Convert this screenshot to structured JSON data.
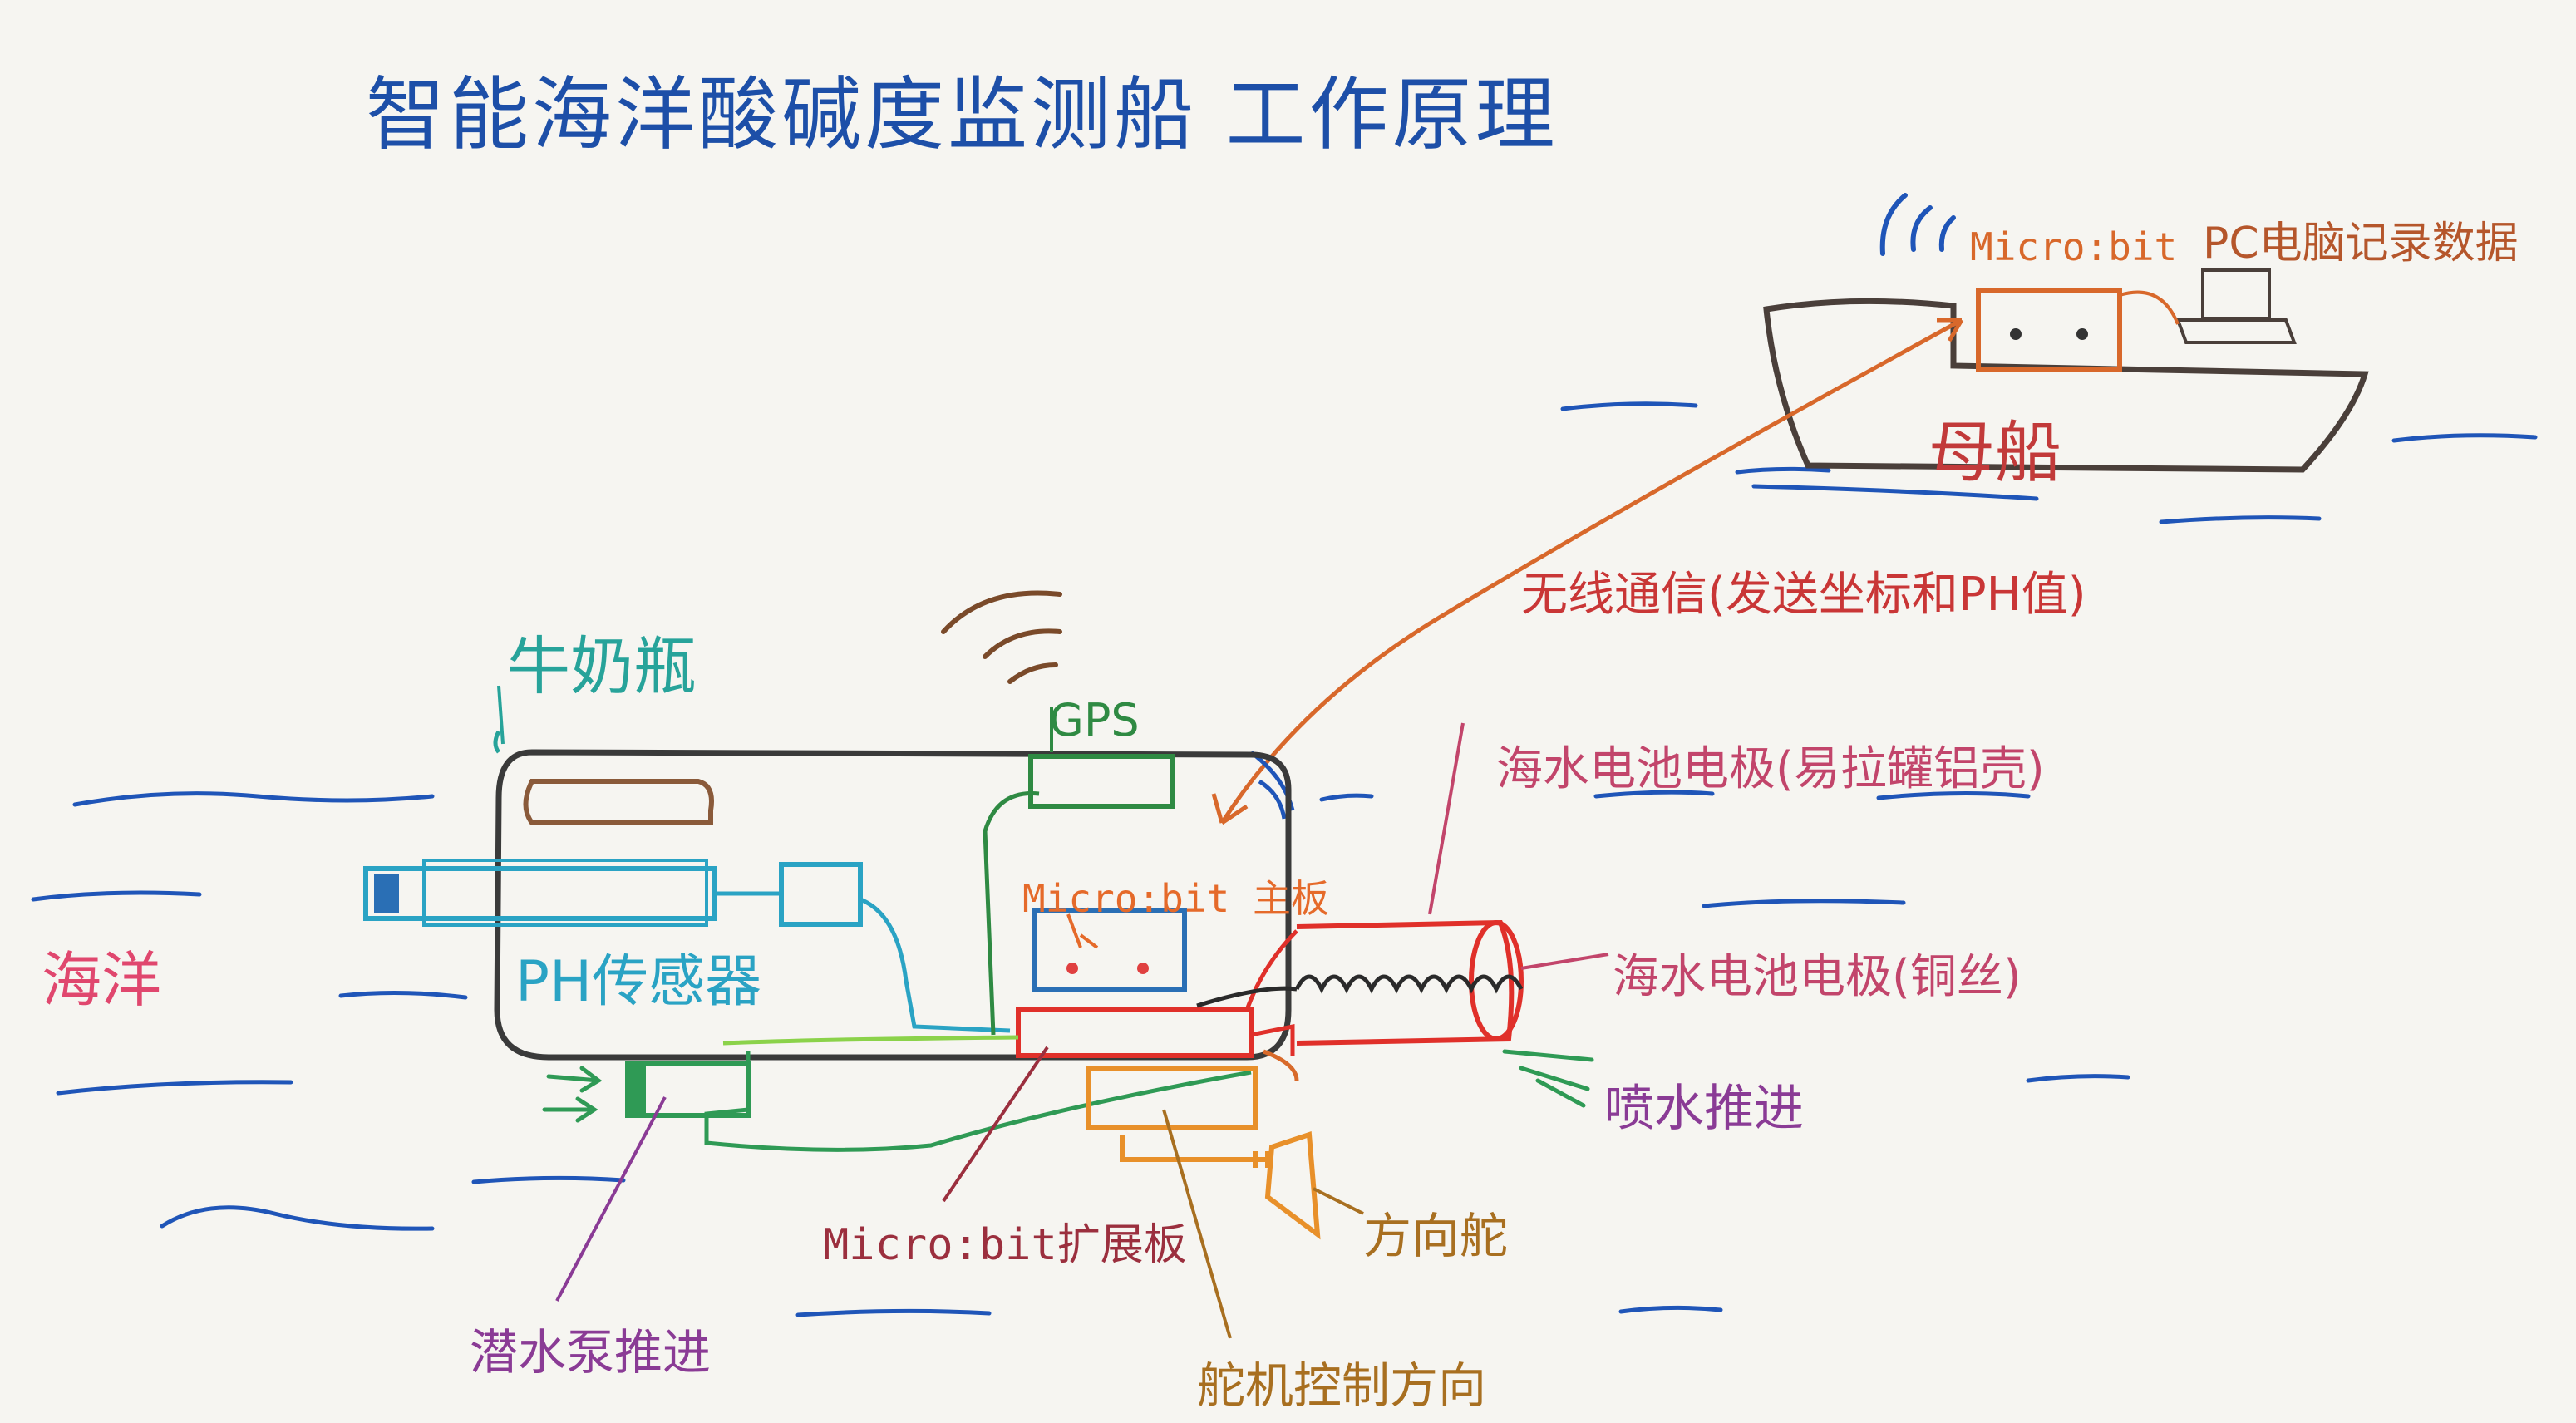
{
  "title": "智能海洋酸碱度监测船 工作原理",
  "labels": {
    "ocean": "海洋",
    "microbit_mother": "Micro:bit",
    "pc_record": "PC电脑记录数据",
    "mother_ship": "母船",
    "wireless": "无线通信(发送坐标和PH值)",
    "milk_bottle": "牛奶瓶",
    "gps": "GPS",
    "microbit_main": "Micro:bit 主板",
    "ph_sensor": "PH传感器",
    "electrode_al": "海水电池电极(易拉罐铝壳)",
    "electrode_cu": "海水电池电极(铜丝)",
    "jet_propulsion": "喷水推进",
    "expansion_board": "Micro:bit扩展板",
    "rudder": "方向舵",
    "servo": "舵机控制方向",
    "dive_pump": "潜水泵推进"
  },
  "colors": {
    "title": "#1d4fa8",
    "ocean": "#e0476e",
    "waves": "#1f55b8",
    "wireless": "#c93636",
    "signal": "#d8682b",
    "bottle_label": "#27a39a",
    "gps": "#2f8a43",
    "ph": "#2aa3c4",
    "electrode": "#c2456b",
    "propulsion": "#8a3b95",
    "rudder": "#a86f20"
  }
}
